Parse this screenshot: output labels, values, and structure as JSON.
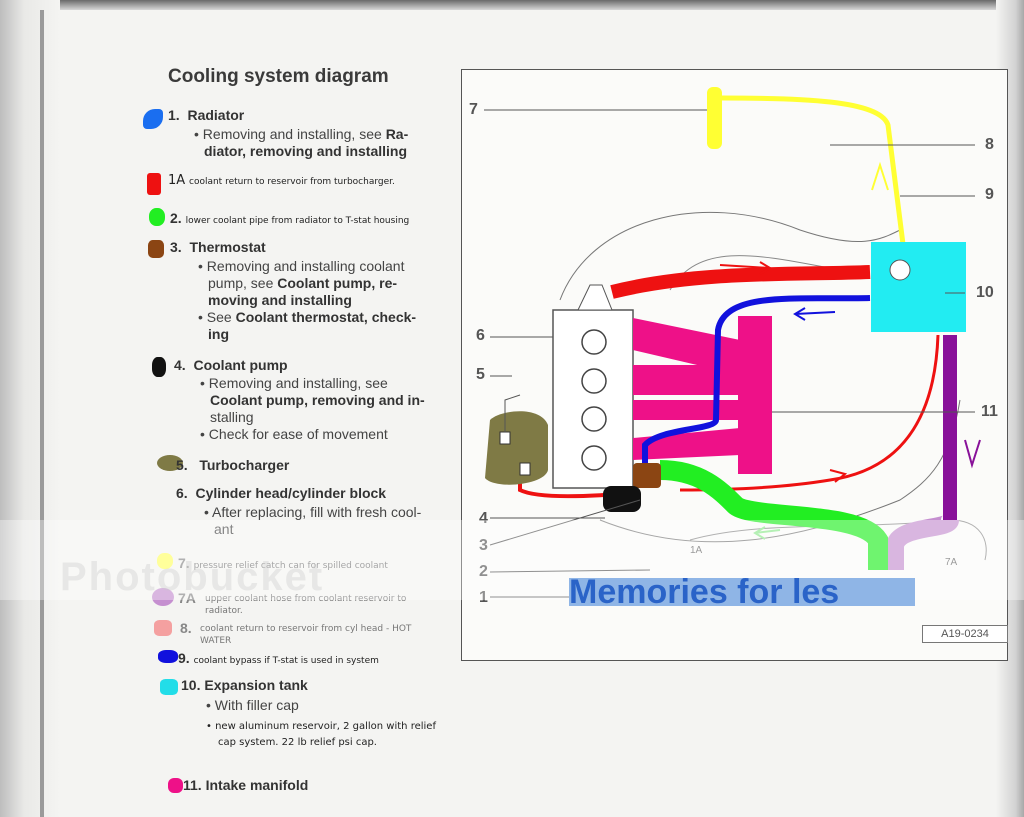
{
  "title": "Cooling system diagram",
  "legend": [
    {
      "num": "1.",
      "label": "Radiator",
      "color": "#1a6ef0"
    },
    {
      "num": "1A",
      "label": "coolant return to reservoir from turbocharger.",
      "color": "#ee1111"
    },
    {
      "num": "2.",
      "label": "lower coolant pipe from radiator to T-stat housing",
      "color": "#22ee22"
    },
    {
      "num": "3.",
      "label": "Thermostat",
      "color": "#8b4513"
    },
    {
      "num": "4.",
      "label": "Coolant pump",
      "color": "#111111"
    },
    {
      "num": "5.",
      "label": "Turbocharger",
      "color": "#7f7a45"
    },
    {
      "num": "6.",
      "label": "Cylinder head/cylinder block"
    },
    {
      "num": "7.",
      "label": "pressure relief catch can for spilled coolant",
      "color": "#ffff66"
    },
    {
      "num": "7A",
      "label": "upper coolant hose from coolant reservoir to radiator.",
      "color": "#c58fd0"
    },
    {
      "num": "8.",
      "label": "coolant return to reservoir from cyl head - HOT WATER",
      "color": "#f4a0a0"
    },
    {
      "num": "9.",
      "label": "coolant bypass if T-stat is used in system",
      "color": "#1111dd"
    },
    {
      "num": "10.",
      "label": "Expansion tank",
      "color": "#22dde8"
    },
    {
      "num": "11.",
      "label": "Intake manifold",
      "color": "#ee1188"
    }
  ],
  "sub": {
    "r1a": "• Removing and installing, see",
    "r1b": "Ra-",
    "r1c": "diator, removing and installing",
    "t1": "• Removing and installing coolant",
    "t2a": "pump, see",
    "t2b": "Coolant pump, re-",
    "t3": "moving and installing",
    "t4a": "• See",
    "t4b": "Coolant thermostat, check-",
    "t5": "ing",
    "p1": "• Removing and installing, see",
    "p2": "Coolant pump, removing and in-",
    "p3": "stalling",
    "p4": "• Check for ease of movement",
    "c1": "• After replacing, fill with fresh cool-",
    "c2": "ant",
    "e1": "• With filler cap",
    "e2a": "• new aluminum reservoir, 2 gallon with relief",
    "e2b": "cap system.  22 lb relief psi cap."
  },
  "callouts": [
    "7",
    "8",
    "9",
    "10",
    "6",
    "11",
    "5",
    "4",
    "3",
    "2",
    "1"
  ],
  "small_callouts": [
    "1A",
    "7A"
  ],
  "doc_id": "A19-0234",
  "watermark": "Photobucket",
  "overlay_banner": "Memories for les"
}
